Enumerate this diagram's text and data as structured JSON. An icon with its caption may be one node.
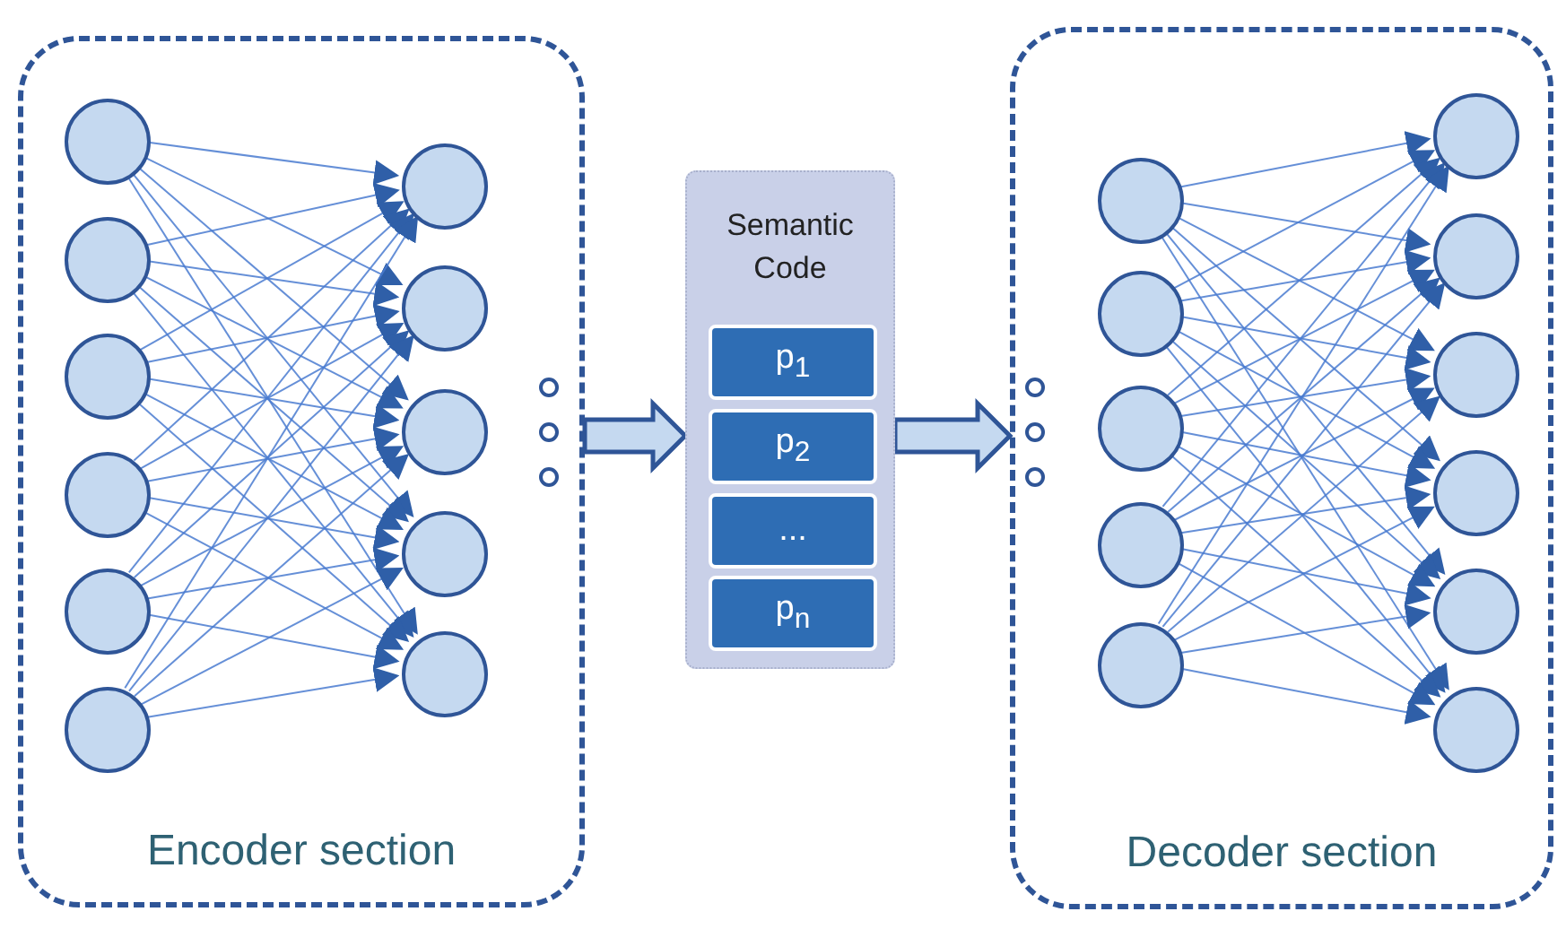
{
  "diagram": {
    "nodes": [
      {
        "text": [
          "Encoder section"
        ]
      },
      {
        "text": [],
        "shape": "circle",
        "in": 0
      },
      {
        "text": [],
        "shape": "circle",
        "in": 0
      },
      {
        "text": [],
        "shape": "circle",
        "in": 0
      },
      {
        "text": [],
        "shape": "circle",
        "in": 0
      },
      {
        "text": [],
        "shape": "circle",
        "in": 0
      },
      {
        "text": [],
        "shape": "circle",
        "in": 0
      },
      {
        "text": [],
        "shape": "circle",
        "in": 0
      },
      {
        "text": [],
        "shape": "circle",
        "in": 0
      },
      {
        "text": [],
        "shape": "circle",
        "in": 0
      },
      {
        "text": [],
        "shape": "circle",
        "in": 0
      },
      {
        "text": [],
        "shape": "circle",
        "in": 0
      },
      {
        "text": [
          "Semantic Code"
        ]
      },
      {
        "text": [
          "p$_{1}$"
        ],
        "in": 12
      },
      {
        "text": [
          "p$_{2}$"
        ],
        "in": 12
      },
      {
        "text": [
          "..."
        ],
        "in": 12
      },
      {
        "text": [
          "p$_{n}$"
        ],
        "in": 12
      },
      {
        "text": [
          "Decoder section"
        ]
      },
      {
        "text": [],
        "shape": "circle",
        "in": 17
      },
      {
        "text": [],
        "shape": "circle",
        "in": 17
      },
      {
        "text": [],
        "shape": "circle",
        "in": 17
      },
      {
        "text": [],
        "shape": "circle",
        "in": 17
      },
      {
        "text": [],
        "shape": "circle",
        "in": 17
      },
      {
        "text": [],
        "shape": "circle",
        "in": 17
      },
      {
        "text": [],
        "shape": "circle",
        "in": 17
      },
      {
        "text": [],
        "shape": "circle",
        "in": 17
      },
      {
        "text": [],
        "shape": "circle",
        "in": 17
      },
      {
        "text": [],
        "shape": "circle",
        "in": 17
      },
      {
        "text": [],
        "shape": "circle",
        "in": 17
      }
    ],
    "edges": [
      {
        "from": 1,
        "to": 7,
        "arrow": "to"
      },
      {
        "from": 1,
        "to": 8,
        "arrow": "to"
      },
      {
        "from": 1,
        "to": 9,
        "arrow": "to"
      },
      {
        "from": 1,
        "to": 10,
        "arrow": "to"
      },
      {
        "from": 1,
        "to": 11,
        "arrow": "to"
      },
      {
        "from": 2,
        "to": 7,
        "arrow": "to"
      },
      {
        "from": 2,
        "to": 8,
        "arrow": "to"
      },
      {
        "from": 2,
        "to": 9,
        "arrow": "to"
      },
      {
        "from": 2,
        "to": 10,
        "arrow": "to"
      },
      {
        "from": 2,
        "to": 11,
        "arrow": "to"
      },
      {
        "from": 3,
        "to": 7,
        "arrow": "to"
      },
      {
        "from": 3,
        "to": 8,
        "arrow": "to"
      },
      {
        "from": 3,
        "to": 9,
        "arrow": "to"
      },
      {
        "from": 3,
        "to": 10,
        "arrow": "to"
      },
      {
        "from": 3,
        "to": 11,
        "arrow": "to"
      },
      {
        "from": 4,
        "to": 7,
        "arrow": "to"
      },
      {
        "from": 4,
        "to": 8,
        "arrow": "to"
      },
      {
        "from": 4,
        "to": 9,
        "arrow": "to"
      },
      {
        "from": 4,
        "to": 10,
        "arrow": "to"
      },
      {
        "from": 4,
        "to": 11,
        "arrow": "to"
      },
      {
        "from": 5,
        "to": 7,
        "arrow": "to"
      },
      {
        "from": 5,
        "to": 8,
        "arrow": "to"
      },
      {
        "from": 5,
        "to": 9,
        "arrow": "to"
      },
      {
        "from": 5,
        "to": 10,
        "arrow": "to"
      },
      {
        "from": 5,
        "to": 11,
        "arrow": "to"
      },
      {
        "from": 6,
        "to": 7,
        "arrow": "to"
      },
      {
        "from": 6,
        "to": 8,
        "arrow": "to"
      },
      {
        "from": 6,
        "to": 9,
        "arrow": "to"
      },
      {
        "from": 6,
        "to": 10,
        "arrow": "to"
      },
      {
        "from": 6,
        "to": 11,
        "arrow": "to"
      },
      {
        "from": 0,
        "to": 12,
        "arrow": "to",
        "style": "thick"
      },
      {
        "from": 12,
        "to": 17,
        "arrow": "to",
        "style": "thick"
      },
      {
        "from": 18,
        "to": 23,
        "arrow": "to"
      },
      {
        "from": 18,
        "to": 24,
        "arrow": "to"
      },
      {
        "from": 18,
        "to": 25,
        "arrow": "to"
      },
      {
        "from": 18,
        "to": 26,
        "arrow": "to"
      },
      {
        "from": 18,
        "to": 27,
        "arrow": "to"
      },
      {
        "from": 18,
        "to": 28,
        "arrow": "to"
      },
      {
        "from": 19,
        "to": 23,
        "arrow": "to"
      },
      {
        "from": 19,
        "to": 24,
        "arrow": "to"
      },
      {
        "from": 19,
        "to": 25,
        "arrow": "to"
      },
      {
        "from": 19,
        "to": 26,
        "arrow": "to"
      },
      {
        "from": 19,
        "to": 27,
        "arrow": "to"
      },
      {
        "from": 19,
        "to": 28,
        "arrow": "to"
      },
      {
        "from": 20,
        "to": 23,
        "arrow": "to"
      },
      {
        "from": 20,
        "to": 24,
        "arrow": "to"
      },
      {
        "from": 20,
        "to": 25,
        "arrow": "to"
      },
      {
        "from": 20,
        "to": 26,
        "arrow": "to"
      },
      {
        "from": 20,
        "to": 27,
        "arrow": "to"
      },
      {
        "from": 20,
        "to": 28,
        "arrow": "to"
      },
      {
        "from": 21,
        "to": 23,
        "arrow": "to"
      },
      {
        "from": 21,
        "to": 24,
        "arrow": "to"
      },
      {
        "from": 21,
        "to": 25,
        "arrow": "to"
      },
      {
        "from": 21,
        "to": 26,
        "arrow": "to"
      },
      {
        "from": 21,
        "to": 27,
        "arrow": "to"
      },
      {
        "from": 21,
        "to": 28,
        "arrow": "to"
      },
      {
        "from": 22,
        "to": 23,
        "arrow": "to"
      },
      {
        "from": 22,
        "to": 24,
        "arrow": "to"
      },
      {
        "from": 22,
        "to": 25,
        "arrow": "to"
      },
      {
        "from": 22,
        "to": 26,
        "arrow": "to"
      },
      {
        "from": 22,
        "to": 27,
        "arrow": "to"
      },
      {
        "from": 22,
        "to": 28,
        "arrow": "to"
      }
    ]
  }
}
